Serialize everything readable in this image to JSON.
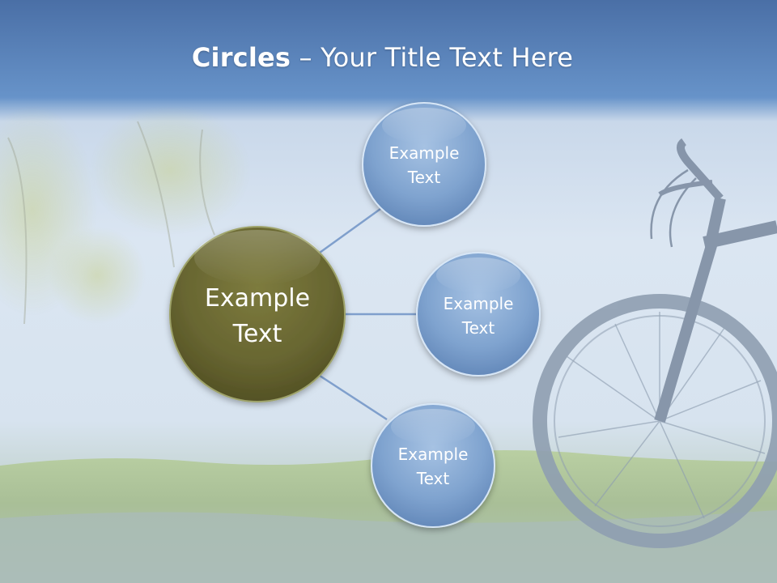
{
  "slide": {
    "title_bold": "Circles",
    "title_rest": " – Your Title Text Here"
  },
  "diagram": {
    "center": {
      "line1": "Example",
      "line2": "Text"
    },
    "nodes": [
      {
        "line1": "Example",
        "line2": "Text"
      },
      {
        "line1": "Example",
        "line2": "Text"
      },
      {
        "line1": "Example",
        "line2": "Text"
      }
    ]
  },
  "colors": {
    "center_fill": "#6b6b33",
    "node_fill": "#7ea3cf",
    "connector": "#7f9fcc"
  }
}
